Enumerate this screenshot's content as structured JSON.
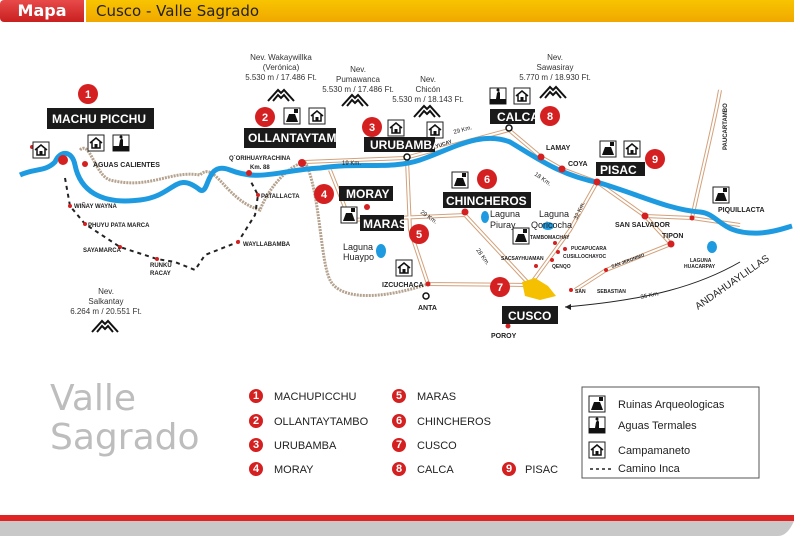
{
  "header": {
    "tab": "Mapa",
    "title": "Cusco - Valle Sagrado"
  },
  "colors": {
    "river": "#1e9be0",
    "marker": "#d42020",
    "label_box": "#1a1a1a",
    "city": "#f5c000",
    "road": "#c98a5a"
  },
  "destinations": [
    {
      "n": "1",
      "name": "MACHU PICCHU"
    },
    {
      "n": "2",
      "name": "OLLANTAYTAMBO"
    },
    {
      "n": "3",
      "name": "URUBAMBA"
    },
    {
      "n": "4",
      "name": "MORAY"
    },
    {
      "n": "5",
      "name": "MARAS"
    },
    {
      "n": "6",
      "name": "CHINCHEROS"
    },
    {
      "n": "7",
      "name": "CUSCO"
    },
    {
      "n": "8",
      "name": "CALCA"
    },
    {
      "n": "9",
      "name": "PISAC"
    }
  ],
  "mountains": {
    "wakaywillka": [
      "Nev. Wakaywillka",
      "(Verónica)",
      "5.530 m / 17.486 Ft."
    ],
    "pumawanca": [
      "Nev.",
      "Pumawanca",
      "5.530 m / 17.486 Ft."
    ],
    "chicon": [
      "Nev.",
      "Chicón",
      "5.530 m / 18.143 Ft."
    ],
    "sawasiray": [
      "Nev.",
      "Sawasiray",
      "5.770 m / 18.930 Ft."
    ],
    "salkantay": [
      "Nev.",
      "Salkantay",
      "6.264 m / 20.551 Ft."
    ]
  },
  "places": {
    "aguas_calientes": "AGUAS CALIENTES",
    "qorihuayrachina": "Q`ORIHUAYRACHINA",
    "km88": "Km. 88",
    "patallacta": "PATALLACTA",
    "winay_wayna": "WIÑAY WAYNA",
    "phuyu": "PHUYU PATA MARCA",
    "sayamarca": "SAYAMARCA",
    "runku1": "RUNKU",
    "runku2": "RACAY",
    "wayllabamba": "WAYLLABAMBA",
    "yucay": "YUCAY",
    "lamay": "LAMAY",
    "coya": "COYA",
    "paucartambo": "PAUCARTAMBO",
    "piquillacta": "PIQUILLACTA",
    "san_salvador": "SAN SALVADOR",
    "tipon": "TIPON",
    "laguna_huacarpay": [
      "LAGUNA",
      "HUACARPAY"
    ],
    "andahuaylillas": "ANDAHUAYLILLAS",
    "laguna_qoricocha": [
      "Laguna",
      "Qoricocha"
    ],
    "laguna_piuray": [
      "Laguna",
      "Piuray"
    ],
    "laguna_huaypo": [
      "Laguna",
      "Huaypo"
    ],
    "tambomachay": "TAMBOMACHAY",
    "pucapucara": "PUCAPUCARA",
    "cusillochayoc": "CUSILLOCHAYOC",
    "qenqo": "QENQO",
    "sacsayhuaman": "SACSAYHUAMAN",
    "san_jeronimo": "SAN JERONIMO",
    "san": "SAN",
    "sebastian": "SEBASTIAN",
    "izcuchaca": "IZCUCHACA",
    "anta": "ANTA",
    "poroy": "POROY"
  },
  "distances": {
    "ollanta_urubamba": "19 Km.",
    "urubamba_calca": "29 Km.",
    "calca_pisac": "18 Km.",
    "maras_chincheros": "29 Km.",
    "chincheros_cusco": "28 Km.",
    "pisac_cusco": "32 Km.",
    "cusco_andahuaylillas": "35 Km."
  },
  "region_title": [
    "Valle",
    "Sagrado"
  ],
  "legend": [
    {
      "icon": "ruins-icon",
      "label": "Ruinas Arqueologicas"
    },
    {
      "icon": "hot-springs-icon",
      "label": "Aguas Termales"
    },
    {
      "icon": "campsite-icon",
      "label": "Campamaneto"
    },
    {
      "icon": "dashed-line",
      "label": "Camino Inca"
    }
  ],
  "index": [
    {
      "n": "1",
      "name": "MACHUPICCHU"
    },
    {
      "n": "2",
      "name": "OLLANTAYTAMBO"
    },
    {
      "n": "3",
      "name": "URUBAMBA"
    },
    {
      "n": "4",
      "name": "MORAY"
    },
    {
      "n": "5",
      "name": "MARAS"
    },
    {
      "n": "6",
      "name": "CHINCHEROS"
    },
    {
      "n": "7",
      "name": "CUSCO"
    },
    {
      "n": "8",
      "name": "CALCA"
    },
    {
      "n": "9",
      "name": "PISAC"
    }
  ]
}
